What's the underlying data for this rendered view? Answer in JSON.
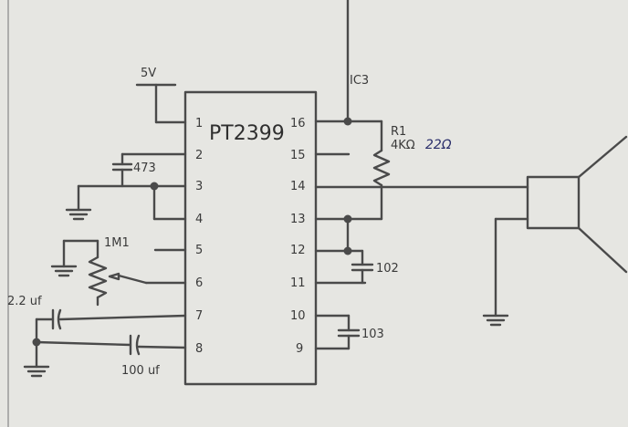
{
  "ic": {
    "name": "PT2399",
    "ref": "IC3"
  },
  "pins_left": [
    "1",
    "2",
    "3",
    "4",
    "5",
    "6",
    "7",
    "8"
  ],
  "pins_right": [
    "16",
    "15",
    "14",
    "13",
    "12",
    "11",
    "10",
    "9"
  ],
  "supply": {
    "label": "5V"
  },
  "components": {
    "c_473": "473",
    "pot_1m1": "1M1",
    "cap_2_2uf": "2.2 uf",
    "cap_100uf": "100 uf",
    "cap_102": "102",
    "cap_103": "103",
    "r1_ref": "R1",
    "r1_value": "4ΚΩ",
    "r1_handwritten": "22Ω"
  }
}
